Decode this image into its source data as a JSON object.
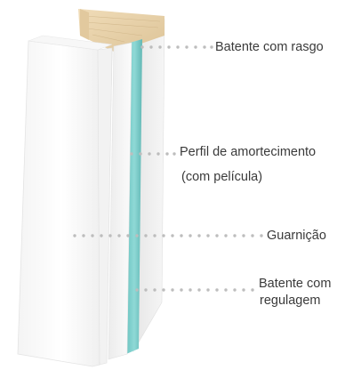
{
  "labels": {
    "batente_rasgo": "Batente com rasgo",
    "perfil_line1": "Perfil de amortecimento",
    "perfil_line2": "(com película)",
    "guarnicao": "Guarnição",
    "regulagem_line1": "Batente com",
    "regulagem_line2": "regulagem"
  },
  "colors": {
    "seal": "#7ccfcc",
    "wood": "#e8d3ae",
    "panel": "#ffffff",
    "leader_dots": "#bdbdbd",
    "text": "#3a3a3a"
  }
}
